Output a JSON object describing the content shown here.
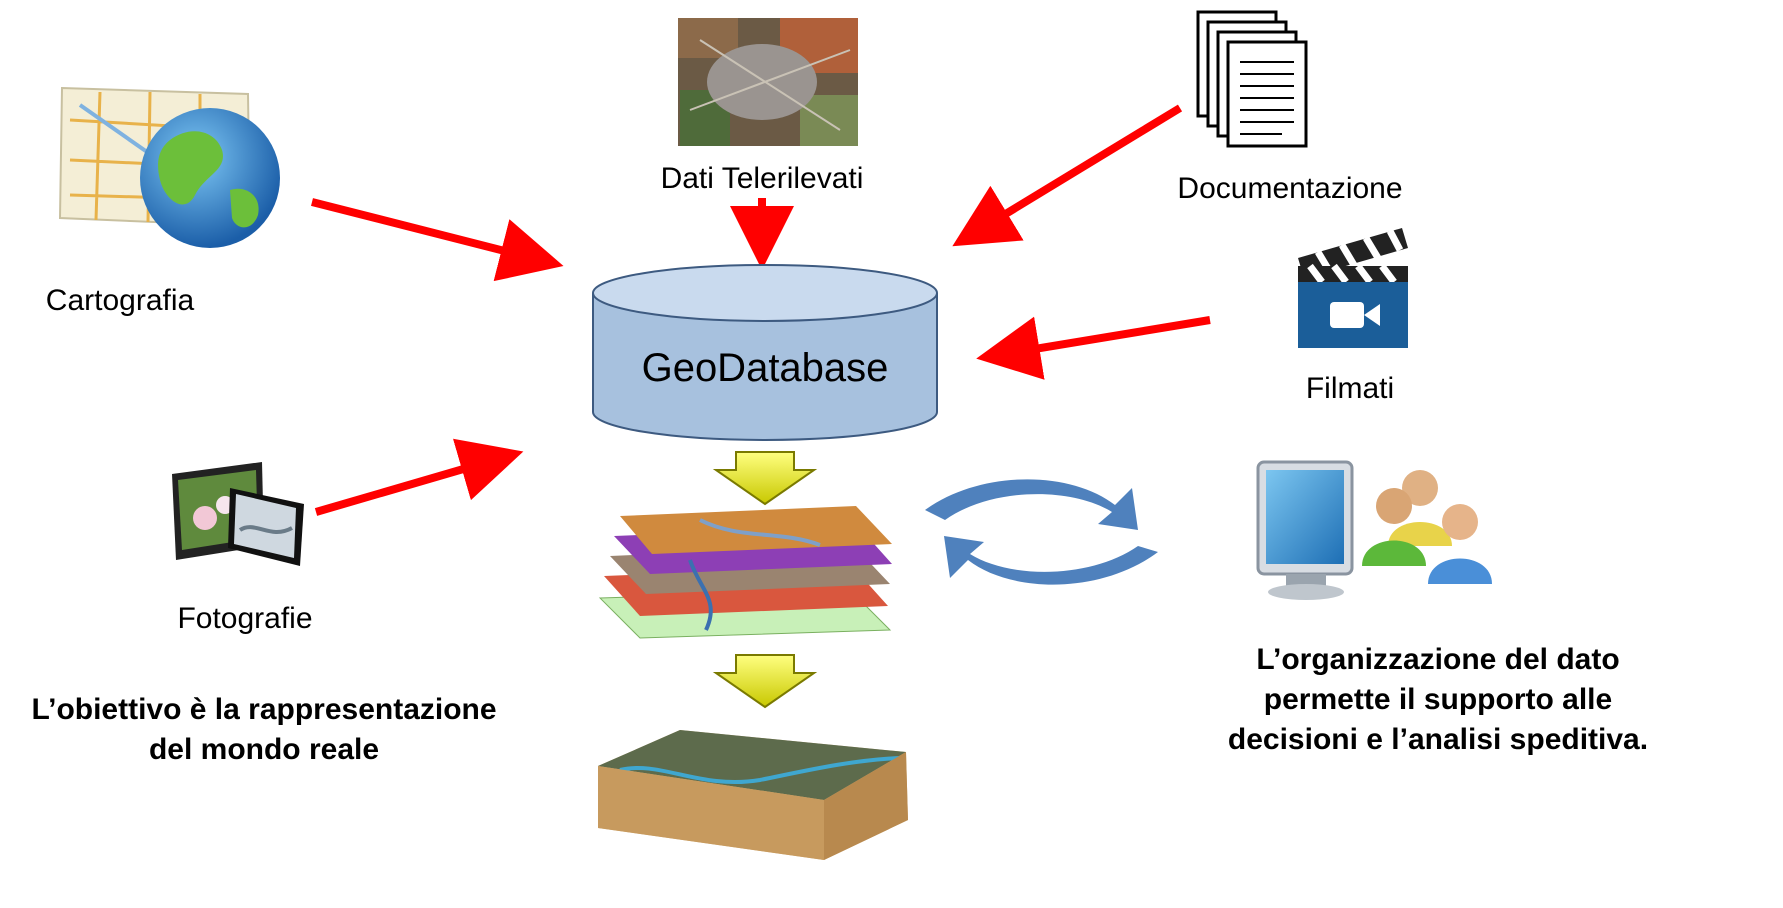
{
  "diagram": {
    "center": {
      "label": "GeoDatabase"
    },
    "sources": {
      "cartografia": "Cartografia",
      "telerilevati": "Dati Telerilevati",
      "documentazione": "Documentazione",
      "filmati": "Filmati",
      "fotografie": "Fotografie"
    },
    "captions": {
      "left": [
        "L’obiettivo è la rappresentazione",
        "del mondo reale"
      ],
      "right": [
        "L’organizzazione del dato",
        "permette il supporto alle",
        "decisioni e l’analisi speditiva."
      ]
    },
    "colors": {
      "arrow": "#ff0000",
      "cylinder_fill": "#a7c1de",
      "cylinder_top": "#c9daee",
      "cylinder_stroke": "#3d5a80",
      "flow_arrow": "#d9d900",
      "cycle_arrow": "#4f81bd"
    },
    "icons": [
      "map-globe-icon",
      "satellite-image-icon",
      "documents-icon",
      "video-clapper-icon",
      "photos-icon",
      "map-layers-icon",
      "terrain-3d-icon",
      "refresh-cycle-icon",
      "computer-users-icon"
    ]
  }
}
